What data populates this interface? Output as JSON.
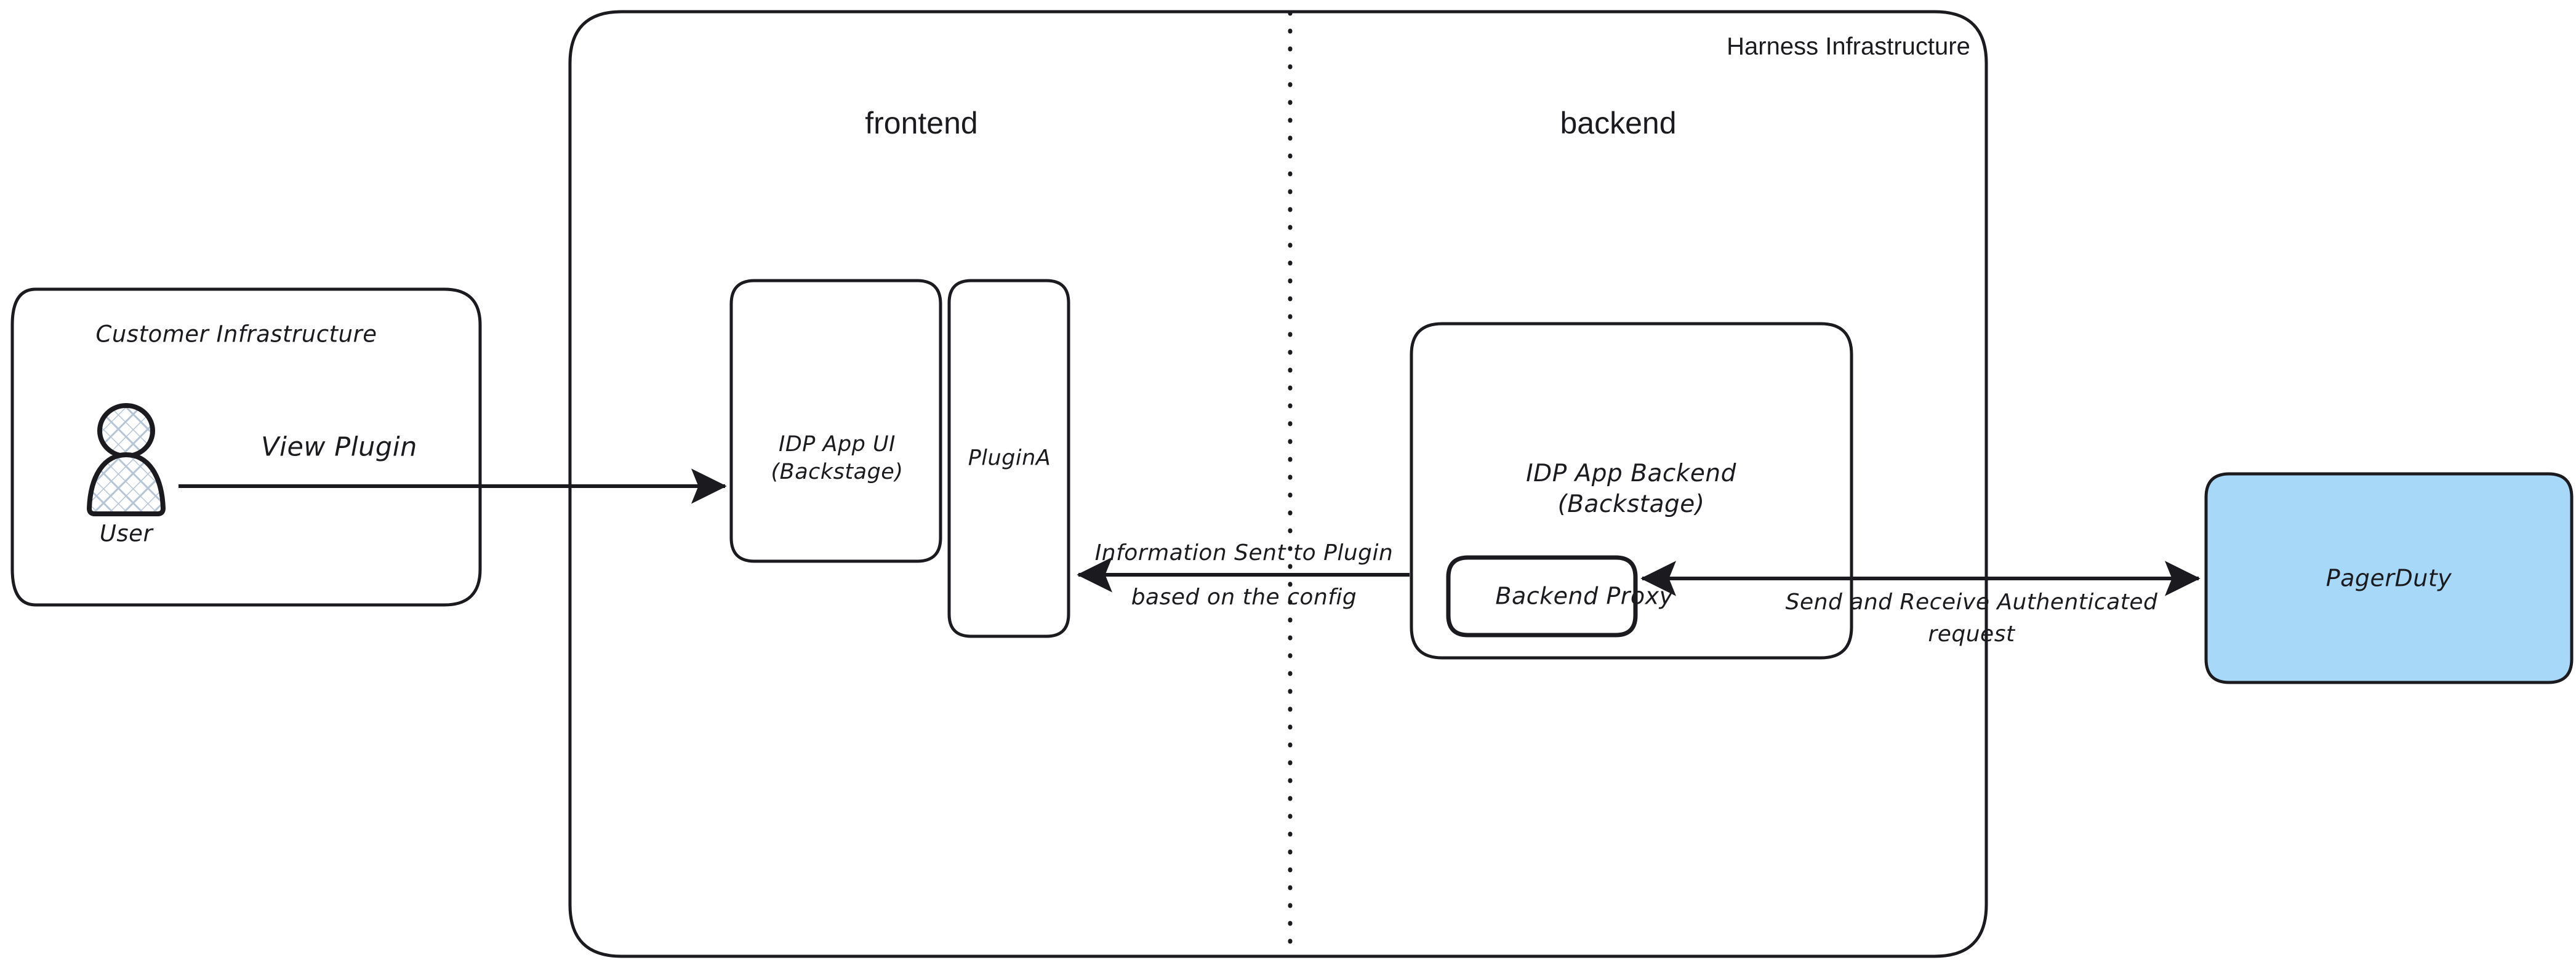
{
  "diagram": {
    "title_label": "Harness Infrastructure",
    "background": "#ffffff",
    "stroke": "#1b1b1f",
    "accent_fill": "#a8d8f8",
    "hatch_stroke": "#b6c5d6"
  },
  "zones": {
    "outer": {
      "label": "Harness Infrastructure"
    },
    "frontend": {
      "label": "frontend"
    },
    "backend": {
      "label": "backend"
    }
  },
  "nodes": {
    "customer_infra": {
      "label": "Customer Infrastructure"
    },
    "user": {
      "label": "User",
      "icon": "user-actor-icon"
    },
    "idp_app_ui": {
      "label": "IDP App UI\n(Backstage)"
    },
    "plugin_a": {
      "label": "PluginA"
    },
    "idp_app_backend": {
      "label": "IDP App Backend\n(Backstage)"
    },
    "backend_proxy": {
      "label": "Backend Proxy"
    },
    "pagerduty": {
      "label": "PagerDuty",
      "fill": "#a8d8f8"
    }
  },
  "edges": [
    {
      "id": "view-plugin",
      "label": "View Plugin",
      "from": "user",
      "to": "idp_app_ui",
      "direction": "forward"
    },
    {
      "id": "info-to-plugin",
      "label": "Information Sent to Plugin\nbased on the config",
      "from": "idp_app_backend",
      "to": "plugin_a",
      "direction": "backward"
    },
    {
      "id": "auth-request",
      "label": "Send and Receive Authenticated\nrequest",
      "from": "backend_proxy",
      "to": "pagerduty",
      "direction": "both"
    }
  ]
}
